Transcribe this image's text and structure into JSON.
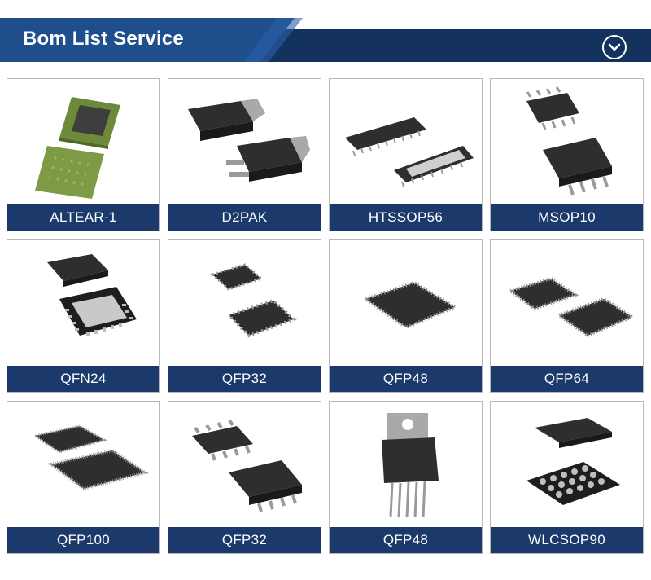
{
  "header": {
    "title": "Bom List Service",
    "toggle_icon": "chevron-down-circle-icon",
    "colors": {
      "primary": "#1f4e8c",
      "dark": "#14325e",
      "light": "#2a5fa6"
    }
  },
  "products": [
    {
      "label": "ALTEAR-1",
      "icon": "bga-chip-icon"
    },
    {
      "label": "D2PAK",
      "icon": "d2pak-transistor-icon"
    },
    {
      "label": "HTSSOP56",
      "icon": "htssop-chip-icon"
    },
    {
      "label": "MSOP10",
      "icon": "msop-chip-icon"
    },
    {
      "label": "QFN24",
      "icon": "qfn-chip-icon"
    },
    {
      "label": "QFP32",
      "icon": "qfp32-chip-icon"
    },
    {
      "label": "QFP48",
      "icon": "qfp48-chip-icon"
    },
    {
      "label": "QFP64",
      "icon": "qfp64-chip-icon"
    },
    {
      "label": "QFP100",
      "icon": "qfp100-chip-icon"
    },
    {
      "label": "QFP32",
      "icon": "soic-chip-icon"
    },
    {
      "label": "QFP48",
      "icon": "to220-regulator-icon"
    },
    {
      "label": "WLCSOP90",
      "icon": "wlcsp-chip-icon"
    }
  ]
}
